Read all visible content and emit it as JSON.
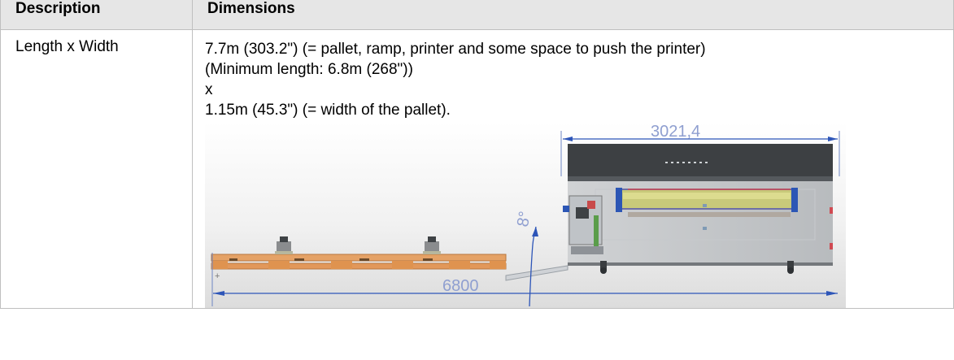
{
  "table": {
    "headers": {
      "description": "Description",
      "dimensions": "Dimensions"
    },
    "row": {
      "description": "Length x Width",
      "dimensions_lines": [
        "7.7m (303.2\") (= pallet, ramp, printer and some space to push the printer)",
        "(Minimum length: 6.8m (268\"))",
        "x",
        "1.15m (45.3\") (= width of the pallet)."
      ]
    }
  },
  "figure": {
    "dimension_top": "3021,4",
    "dimension_bottom": "6800",
    "angle_label": "8°",
    "origin_mark": "+"
  }
}
